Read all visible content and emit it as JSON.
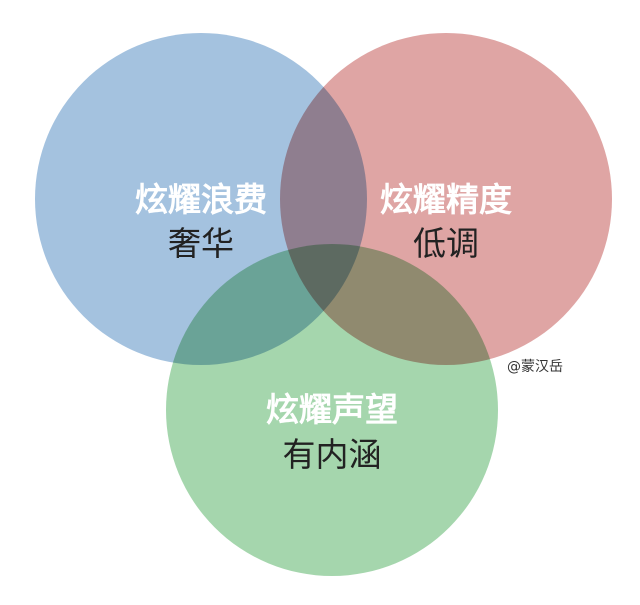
{
  "circles": [
    {
      "id": "blue",
      "title": "炫耀浪费",
      "subtitle": "奢华",
      "color": "#a4c2df"
    },
    {
      "id": "red",
      "title": "炫耀精度",
      "subtitle": "低调",
      "color": "#dfa5a4"
    },
    {
      "id": "green",
      "title": "炫耀声望",
      "subtitle": "有内涵",
      "color": "#a5d6ad"
    }
  ],
  "watermark": "@蒙汉岳"
}
